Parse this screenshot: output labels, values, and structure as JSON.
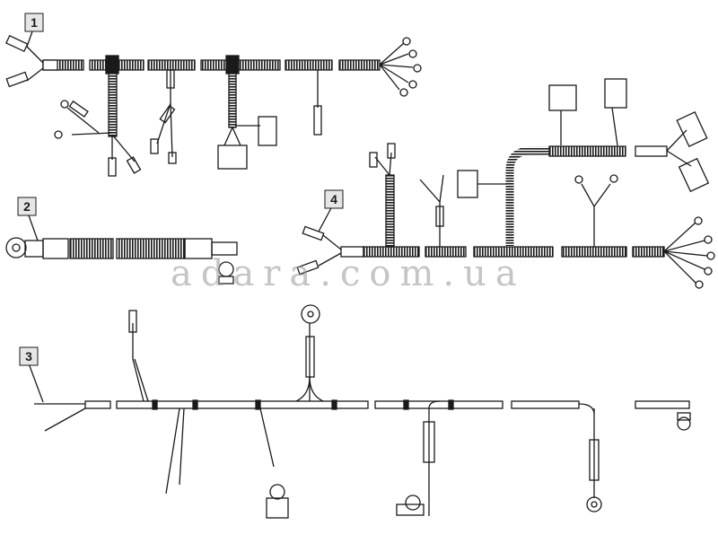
{
  "callouts": [
    "1",
    "2",
    "3",
    "4"
  ],
  "watermark": "adara.com.ua",
  "colors": {
    "line": "#1a1a1a",
    "callout_fill": "#e6e6e6",
    "watermark": "#9a9a9a"
  },
  "components": [
    {
      "callout": "1",
      "name": "wiring-harness-1"
    },
    {
      "callout": "2",
      "name": "battery-cable-2"
    },
    {
      "callout": "3",
      "name": "wiring-harness-3"
    },
    {
      "callout": "4",
      "name": "wiring-harness-4"
    }
  ]
}
